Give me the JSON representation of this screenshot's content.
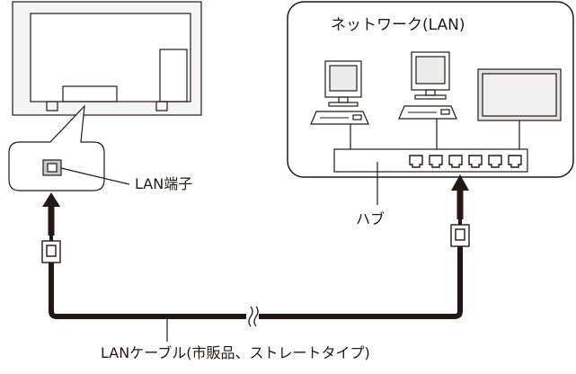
{
  "labels": {
    "network_title": "ネットワーク(LAN)",
    "lan_port": "LAN端子",
    "hub": "ハブ",
    "lan_cable": "LANケーブル(市販品、ストレートタイプ)"
  },
  "colors": {
    "line": "#231815",
    "panel_fill": "#ffffff",
    "display_fill": "#f5f5f5",
    "screen_fill": "#ececec",
    "port_fill": "#c8c8c8"
  },
  "icons": [
    "display-back-icon",
    "lan-port-icon",
    "computer-icon",
    "monitor-icon",
    "hub-icon",
    "rj45-connector-icon",
    "arrow-up-icon",
    "cable-break-icon"
  ]
}
